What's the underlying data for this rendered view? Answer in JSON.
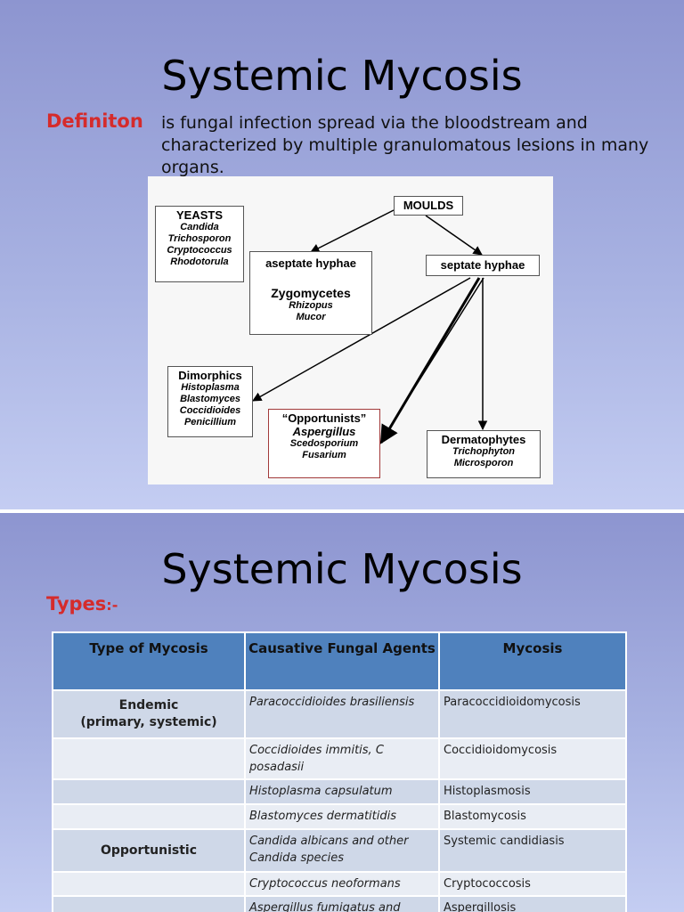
{
  "slide1": {
    "title": "Systemic Mycosis",
    "definition_label": "Definiton",
    "definition_text": "is fungal infection spread via the bloodstream and characterized by multiple granulomatous lesions in many organs.",
    "diagram": {
      "yeasts": {
        "heading": "YEASTS",
        "items": [
          "Candida",
          "Trichosporon",
          "Cryptococcus",
          "Rhodotorula"
        ]
      },
      "moulds": "MOULDS",
      "aseptate": {
        "heading": "aseptate hyphae",
        "subheading": "Zygomycetes",
        "items": [
          "Rhizopus",
          "Mucor"
        ]
      },
      "septate": "septate hyphae",
      "dimorphics": {
        "heading": "Dimorphics",
        "items": [
          "Histoplasma",
          "Blastomyces",
          "Coccidioides",
          "Penicillium"
        ]
      },
      "opportunists": {
        "heading": "“Opportunists”",
        "items": [
          "Aspergillus",
          "Scedosporium",
          "Fusarium"
        ]
      },
      "dermatophytes": {
        "heading": "Dermatophytes",
        "items": [
          "Trichophyton",
          "Microsporon"
        ]
      }
    }
  },
  "slide2": {
    "title": "Systemic Mycosis",
    "types_label": "Types",
    "types_suffix": ":-",
    "table": {
      "headers": [
        "Type of Mycosis",
        "Causative Fungal Agents",
        "Mycosis"
      ],
      "rows": [
        {
          "type": "Endemic\n(primary, systemic)",
          "agent": "Paracoccidioides brasiliensis",
          "mycosis": "Paracoccidioidomycosis"
        },
        {
          "type": "",
          "agent": "Coccidioides immitis, C posadasii",
          "mycosis": "Coccidioidomycosis"
        },
        {
          "type": "",
          "agent": "Histoplasma capsulatum",
          "mycosis": "Histoplasmosis"
        },
        {
          "type": "",
          "agent": "Blastomyces dermatitidis",
          "mycosis": "Blastomycosis"
        },
        {
          "type": "Opportunistic",
          "agent": "Candida albicans and other Candida species",
          "mycosis": "Systemic candidiasis"
        },
        {
          "type": "",
          "agent": "Cryptococcus neoformans",
          "mycosis": "Cryptococcosis"
        },
        {
          "type": "",
          "agent": "Aspergillus fumigatus and other",
          "mycosis": "Aspergillosis"
        }
      ]
    }
  }
}
